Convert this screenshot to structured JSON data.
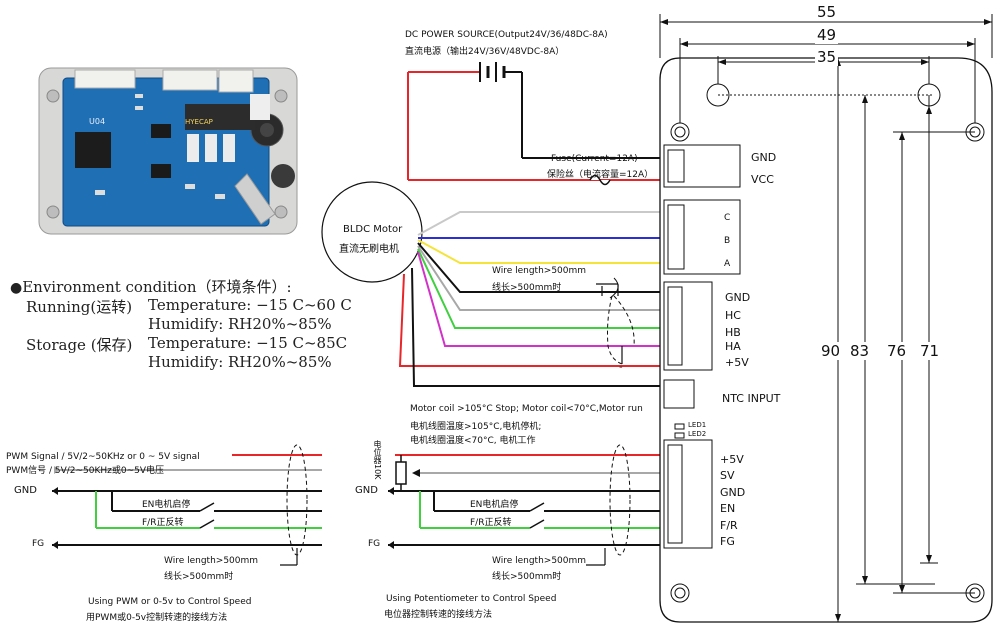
{
  "environment": {
    "heading": "Environment condition（环境条件）:",
    "running_label": "Running(运转)",
    "running_temp": "Temperature: −15 C~60 C",
    "running_humid": "Humidify: RH20%~85%",
    "storage_label": "Storage (保存)",
    "storage_temp": "Temperature: −15 C~85C",
    "storage_humid": "Humidify: RH20%~85%"
  },
  "power": {
    "title_en": "DC POWER SOURCE(Output24V/36/48DC-8A)",
    "title_cn": "直流电源（输出24V/36V/48VDC-8A）",
    "fuse_en": "Fuse(Current=12A)",
    "fuse_cn": "保险丝（电流容量=12A）"
  },
  "motor": {
    "label_en": "BLDC Motor",
    "label_cn": "直流无刷电机"
  },
  "wire": {
    "length_en": "Wire length>500mm",
    "length_cn": "线长>500mm时",
    "minus_sign": "-"
  },
  "motor_coil": {
    "line1": "Motor coil >105°C Stop; Motor coil<70°C,Motor run",
    "line2": "电机线圈温度>105°C,电机停机;",
    "line3": "电机线圈温度<70°C, 电机工作"
  },
  "pwm_diagram": {
    "signal_en": "PWM Signal / 5V/2~50KHz or 0 ~ 5V signal",
    "signal_cn": "PWM信号 / 5V/2~50KHz或0~5V电压",
    "gnd": "GND",
    "en": "EN电机启停",
    "fr": "F/R正反转",
    "fg": "FG",
    "wire_en": "Wire length>500mm",
    "wire_cn": "线长>500mm时",
    "caption_en": "Using PWM or 0-5v to Control Speed",
    "caption_cn": "用PWM或0-5v控制转速的接线方法"
  },
  "pot_diagram": {
    "pot_label": "电位器10K",
    "gnd": "GND",
    "en": "EN电机启停",
    "fr": "F/R正反转",
    "fg": "FG",
    "wire_en": "Wire length>500mm",
    "wire_cn": "线长>500mm时",
    "caption_en": "Using Potentiometer to Control Speed",
    "caption_cn": "电位器控制转速的接线方法"
  },
  "board": {
    "pins_power": [
      "GND",
      "VCC"
    ],
    "pins_phase": [
      "C",
      "B",
      "A"
    ],
    "pins_hall": [
      "GND",
      "HC",
      "HB",
      "HA",
      "+5V"
    ],
    "ntc": "NTC INPUT",
    "leds": [
      "LED1",
      "LED2"
    ],
    "pins_ctrl": [
      "+5V",
      "SV",
      "GND",
      "EN",
      "F/R",
      "FG"
    ],
    "dim_top": [
      "55",
      "49",
      "35"
    ],
    "dim_side": [
      "90",
      "83",
      "76",
      "71"
    ]
  },
  "photo": {
    "marking_1": "U04",
    "marking_2": "HYECAP"
  },
  "colors": {
    "red": "#e8262a",
    "black": "#111111",
    "blue": "#2b2fd6",
    "yellow": "#f4e43a",
    "green": "#3fcf3f",
    "magenta": "#d232c8",
    "gray": "#a8a8a8",
    "pcb_blue": "#1f6fb5"
  }
}
